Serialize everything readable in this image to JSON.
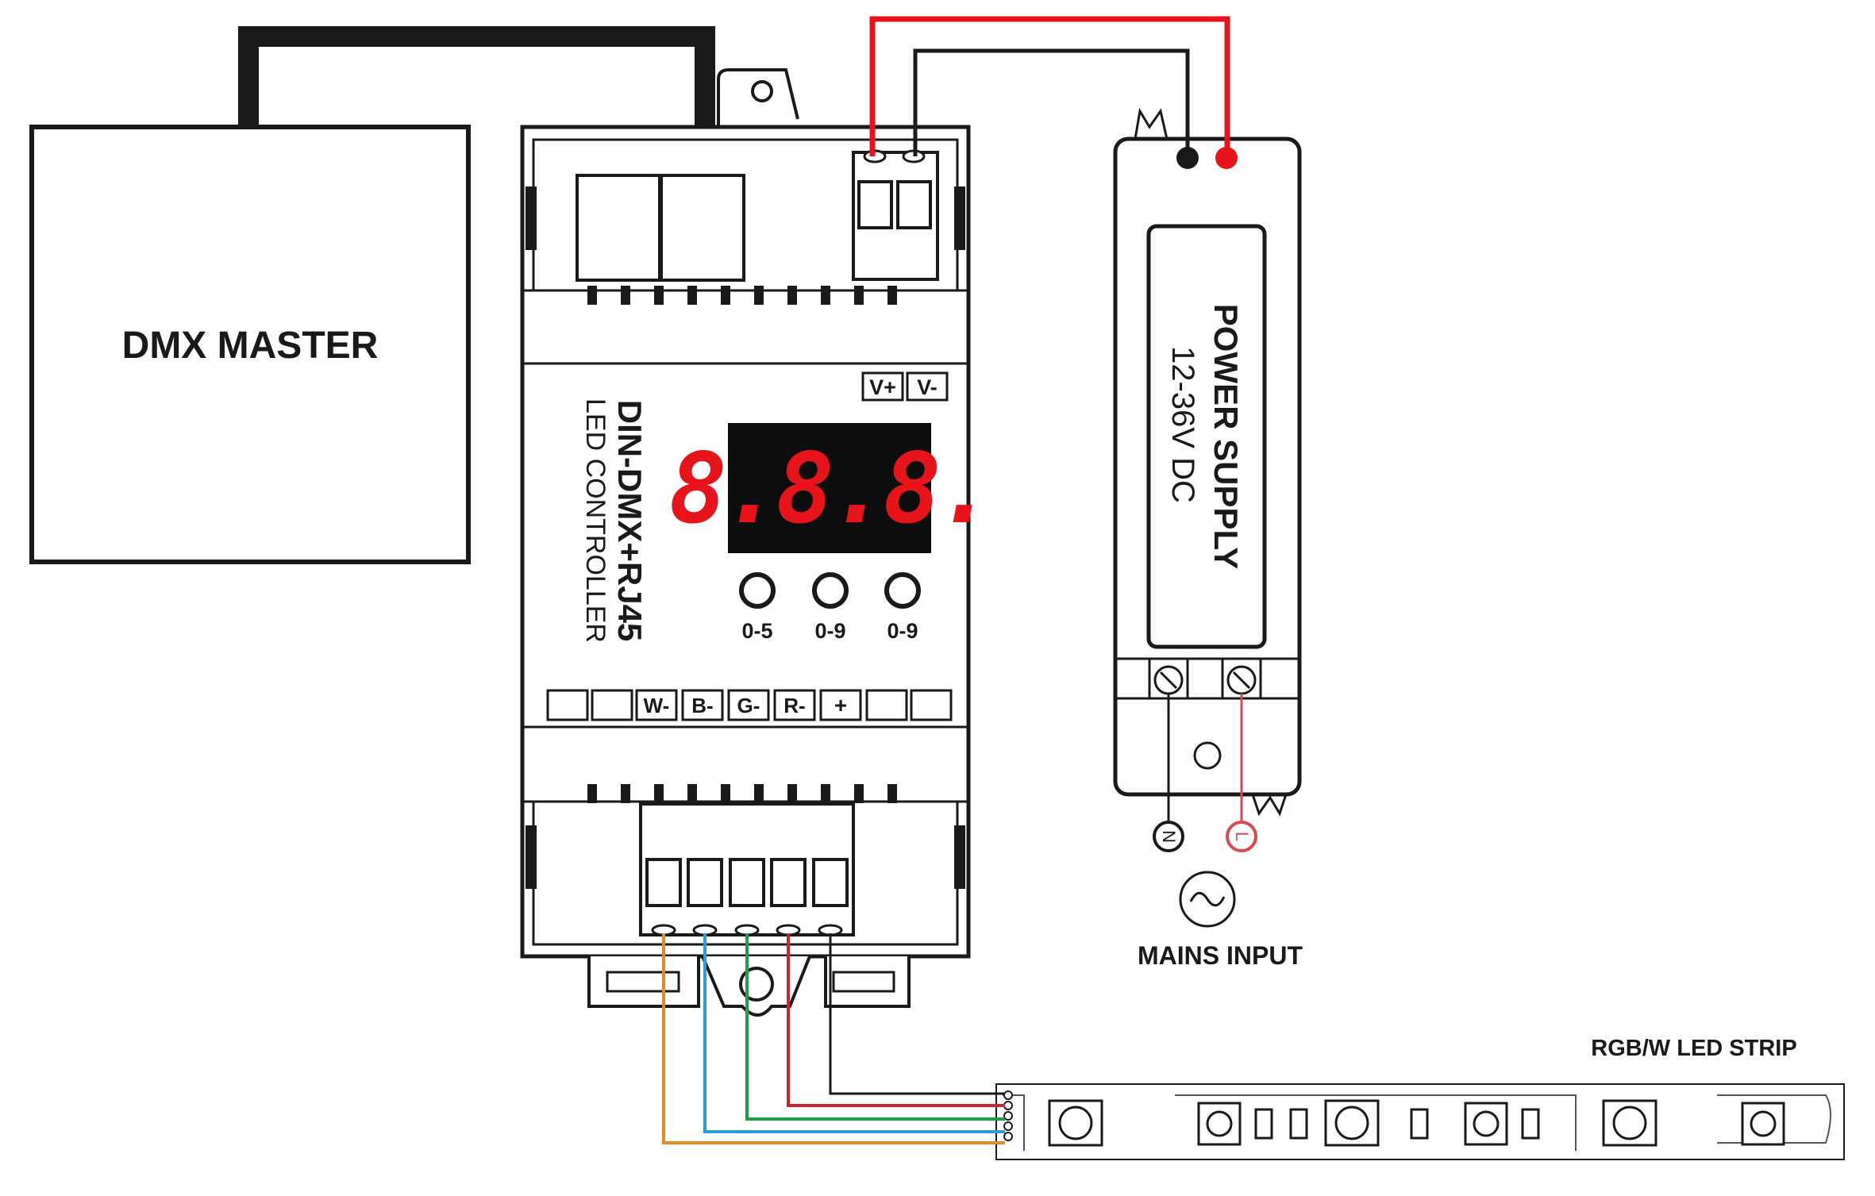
{
  "dmx_master": {
    "label": "DMX MASTER"
  },
  "controller": {
    "model": "DIN-DMX+RJ45",
    "subtitle": "LED CONTROLLER",
    "power_terminals": [
      "V+",
      "V-"
    ],
    "display_value": "8.8.8.",
    "buttons": [
      "0-5",
      "0-9",
      "0-9"
    ],
    "output_terminals": [
      "W-",
      "B-",
      "G-",
      "R-",
      "+"
    ]
  },
  "power_supply": {
    "label": "POWER SUPPLY",
    "voltage": "12-36V DC",
    "terminals": [
      "N",
      "L"
    ]
  },
  "mains": {
    "label": "MAINS INPUT",
    "symbol": "ac-sine-icon"
  },
  "led_strip": {
    "label": "RGB/W LED STRIP"
  },
  "colors": {
    "dc_positive": "#e8141c",
    "dc_negative": "#1a1a1a",
    "display_background": "#0d0d0d",
    "display_digits": "#e8141c",
    "wire_white": "#e08a2e",
    "wire_blue": "#2a9fd6",
    "wire_green": "#1f9e4a",
    "wire_red": "#c8242c",
    "wire_common": "#1a1a1a",
    "live_terminal": "#d84a50"
  }
}
